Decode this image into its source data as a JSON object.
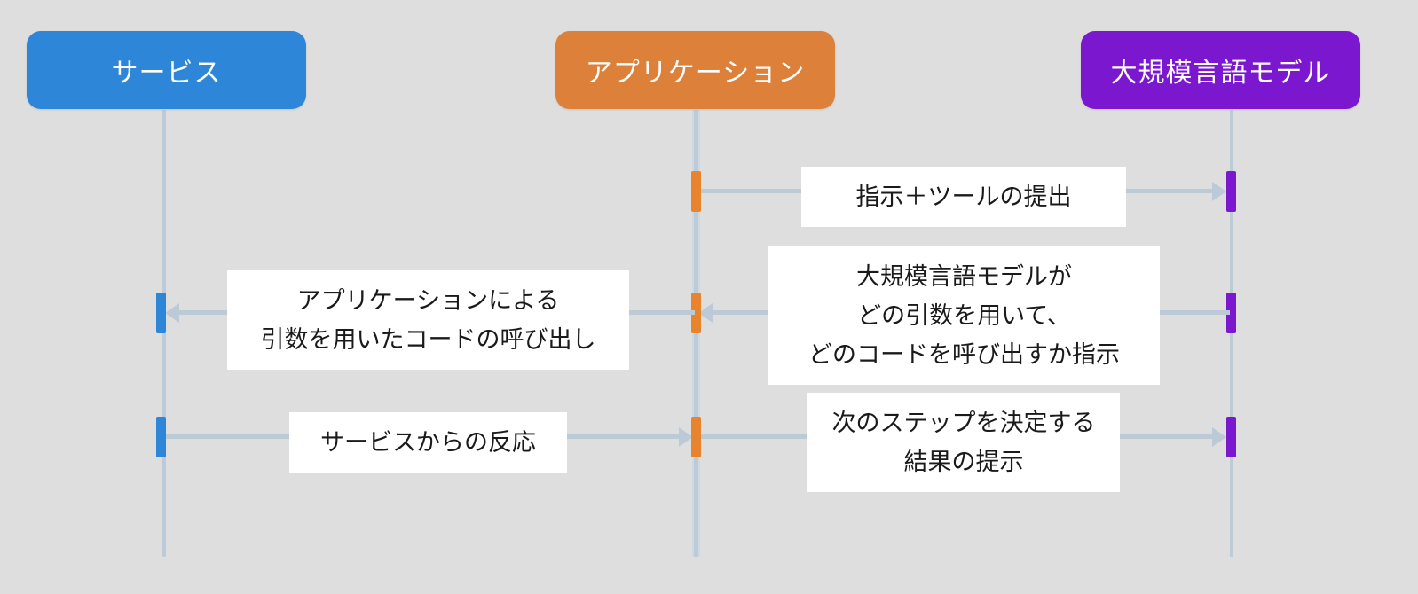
{
  "diagram": {
    "type": "sequence-diagram",
    "background_color": "#dedede",
    "lifeline_color": "#bdcad7",
    "arrow_color": "#bcc9d6",
    "label_background": "#ffffff"
  },
  "participants": [
    {
      "id": "service",
      "label": "サービス",
      "color": "#2e86d8"
    },
    {
      "id": "application",
      "label": "アプリケーション",
      "color": "#dd8039"
    },
    {
      "id": "llm",
      "label": "大規模言語モデル",
      "color": "#7b17ce"
    }
  ],
  "messages": [
    {
      "id": "msg-1",
      "from": "application",
      "to": "llm",
      "direction": "right",
      "label": "指示＋ツールの提出"
    },
    {
      "id": "msg-2",
      "from": "llm",
      "to": "application",
      "direction": "left",
      "label": "大規模言語モデルが\nどの引数を用いて、\nどのコードを呼び出すか指示"
    },
    {
      "id": "msg-3",
      "from": "application",
      "to": "service",
      "direction": "left",
      "label": "アプリケーションによる\n引数を用いたコードの呼び出し"
    },
    {
      "id": "msg-4",
      "from": "service",
      "to": "application",
      "direction": "right",
      "label": "サービスからの反応"
    },
    {
      "id": "msg-5",
      "from": "application",
      "to": "llm",
      "direction": "right",
      "label": "次のステップを決定する\n結果の提示"
    }
  ]
}
